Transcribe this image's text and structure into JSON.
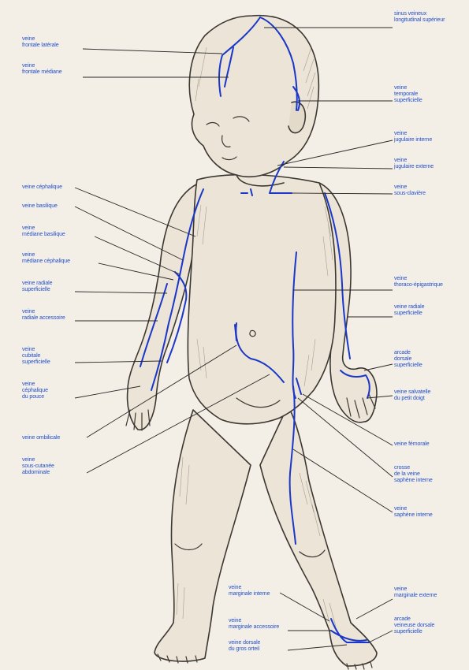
{
  "diagram": {
    "colors": {
      "label": "#1f4fd1",
      "vein": "#1a37c9",
      "leader": "#2a2a2a",
      "sketch": "#3b3732",
      "paper": "#f4efe6"
    },
    "labels_left": {
      "frontale_laterale": "veine\nfrontale latérale",
      "frontale_mediane": "veine\nfrontale médiane",
      "cephalique": "veine céphalique",
      "basilique": "veine basilique",
      "mediane_basilique": "veine\nmédiane basilique",
      "mediane_cephalique": "veine\nmédiane céphalique",
      "radiale_superficielle": "veine radiale\nsuperficielle",
      "radiale_accessoire": "veine\nradiale accessoire",
      "cubitale_superficielle": "veine\ncubitale\nsuperficielle",
      "cephalique_pouce": "veine\ncéphalique\ndu pouce",
      "ombilicale": "veine ombilicale",
      "sous_cutanee_abdominale": "veine\nsous-cutanée\nabdominale"
    },
    "labels_right": {
      "sinus_veineux": "sinus veineux\nlongitudinal supérieur",
      "temporale_superficielle": "veine\ntemporale\nsuperficielle",
      "jugulaire_interne": "veine\njugulaire interne",
      "jugulaire_externe": "veine\njugulaire externe",
      "sous_claviere": "veine\nsous-clavière",
      "thoraco_epigastrique": "veine\nthoraco-épigastrique",
      "radiale_superficielle_droite": "veine radiale\nsuperficielle",
      "arcade_dorsale": "arcade\ndorsale\nsuperficielle",
      "salvatelle": "veine salvatelle\ndu petit doigt",
      "femorale": "veine fémorale",
      "crosse_saphene": "crosse\nde la veine\nsaphène interne",
      "saphene_interne": "veine\nsaphène interne"
    },
    "labels_bottom": {
      "marginale_interne": "veine\nmarginale interne",
      "marginale_accessoire": "veine\nmarginale accessoire",
      "dorsale_gros_orteil": "veine dorsale\ndu gros orteil",
      "marginale_externe": "veine\nmarginale externe",
      "arcade_veineuse_dorsale": "arcade\nveineuse dorsale\nsuperficielle"
    }
  }
}
